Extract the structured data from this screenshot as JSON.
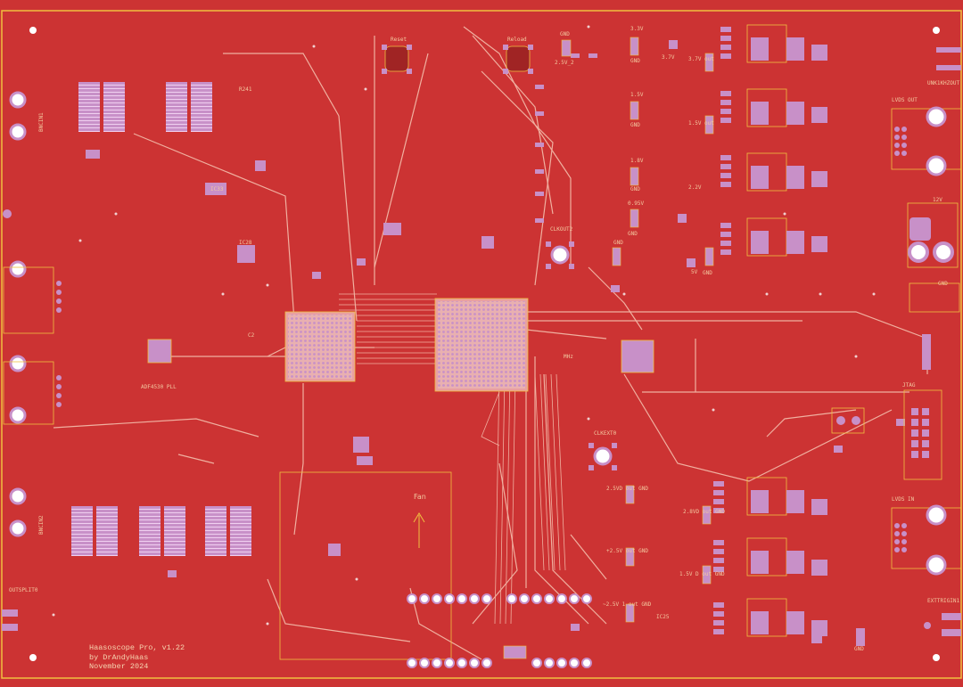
{
  "board": {
    "credit_line1": "Haasoscope Pro, v1.22",
    "credit_line2": "by DrAndyHaas",
    "credit_line3": "November 2024",
    "fan_label": "Fan",
    "colors": {
      "copper": "#cc3333",
      "trace": "#f0b0a0",
      "pad": "#c890c8",
      "silk": "#f3c9a0",
      "edge": "#f0c040"
    }
  },
  "labels": {
    "reset": "Reset",
    "reload": "Reload",
    "gnd": "GND",
    "v25_2": "2.5V_2",
    "v33": "3.3V",
    "v37": "3.7V",
    "v37_out": "3.7V out",
    "v15": "1.5V",
    "v15_out": "1.5V out",
    "v18": "1.8V",
    "v22": "2.2V",
    "v095": "0.95V",
    "v5": "5V",
    "unk": "UNK1KHZOUT",
    "lvds_out": "LVDS OUT",
    "lvds_in": "LVDS IN",
    "v12": "12V",
    "clkout2": "CLKOUT2",
    "clkext0": "CLKEXT0",
    "jtag": "JTAG",
    "adf": "ADF4530 PLL",
    "bnc1": "BNCIN1",
    "bnc2": "BNCIN2",
    "outsplit": "OUTSPLIT0",
    "exttrig": "EXTTRIGIN1",
    "ic33": "IC33",
    "ic28": "IC28",
    "ic25": "IC25",
    "r241": "R241",
    "c2": "C2",
    "v25d": "2.5VD out GND",
    "v28d": "2.8VD out GND",
    "v25": "+2.5V out GND",
    "v15d": "1.5V D out GND",
    "v25_1": "~2.5V 1 out GND",
    "mhz": "MHz"
  }
}
